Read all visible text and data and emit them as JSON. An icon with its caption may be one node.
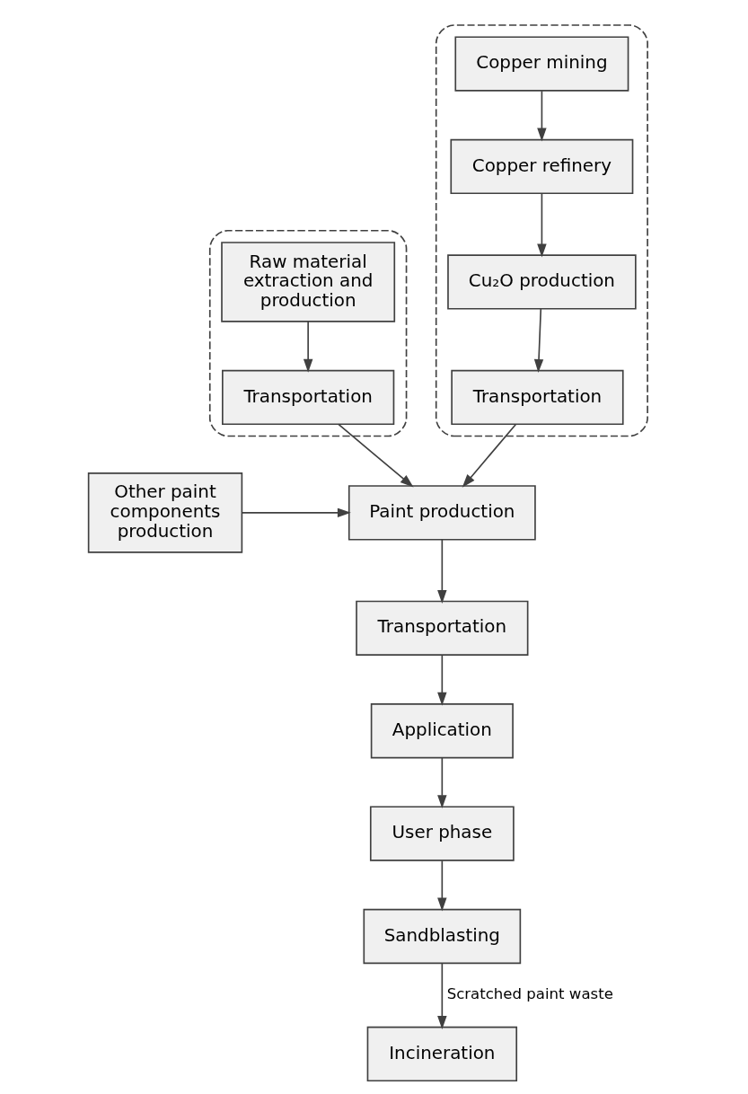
{
  "diagram": {
    "nodes": [
      {
        "text": [],
        "shape": "box"
      },
      {
        "text": [
          "Raw material extraction and production"
        ],
        "in": 0
      },
      {
        "text": [
          "Transportation"
        ],
        "in": 0
      },
      {
        "text": [],
        "shape": "box"
      },
      {
        "text": [
          "Copper mining"
        ],
        "in": 3
      },
      {
        "text": [
          "Copper refinery"
        ],
        "in": 3
      },
      {
        "text": [
          "Cu₂O production"
        ],
        "in": 3
      },
      {
        "text": [
          "Transportation"
        ],
        "in": 3
      },
      {
        "text": [
          "Other paint components production"
        ]
      },
      {
        "text": [
          "Paint production"
        ]
      },
      {
        "text": [
          "Transportation"
        ]
      },
      {
        "text": [
          "Application"
        ]
      },
      {
        "text": [
          "User phase"
        ]
      },
      {
        "text": [
          "Sandblasting"
        ]
      },
      {
        "text": [
          "Incineration"
        ]
      }
    ],
    "edges": [
      {
        "from": 1,
        "to": 2,
        "arrow": "to"
      },
      {
        "from": 4,
        "to": 5,
        "arrow": "to"
      },
      {
        "from": 5,
        "to": 6,
        "arrow": "to"
      },
      {
        "from": 6,
        "to": 7,
        "arrow": "to"
      },
      {
        "from": 2,
        "to": 9,
        "arrow": "to"
      },
      {
        "from": 7,
        "to": 9,
        "arrow": "to"
      },
      {
        "from": 8,
        "to": 9,
        "arrow": "to"
      },
      {
        "from": 9,
        "to": 10,
        "arrow": "to"
      },
      {
        "from": 10,
        "to": 11,
        "arrow": "to"
      },
      {
        "from": 11,
        "to": 12,
        "arrow": "to"
      },
      {
        "from": 12,
        "to": 13,
        "arrow": "to"
      },
      {
        "from": 13,
        "to": 14,
        "arrow": "to",
        "label": "Scratched paint waste"
      }
    ]
  }
}
